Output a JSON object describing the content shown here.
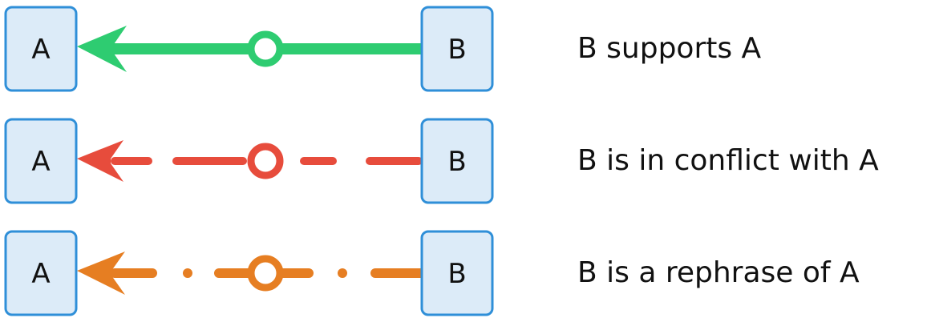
{
  "rows": [
    {
      "id": "supports",
      "source": "B",
      "target": "A",
      "color": "#2ecc71",
      "line_style": "solid",
      "description": "B supports A"
    },
    {
      "id": "conflict",
      "source": "B",
      "target": "A",
      "color": "#e74c3c",
      "line_style": "dashed",
      "description": "B is in conflict with A"
    },
    {
      "id": "rephrase",
      "source": "B",
      "target": "A",
      "color": "#e67e22",
      "line_style": "dash-dot",
      "description": "B is a rephrase of A"
    }
  ]
}
